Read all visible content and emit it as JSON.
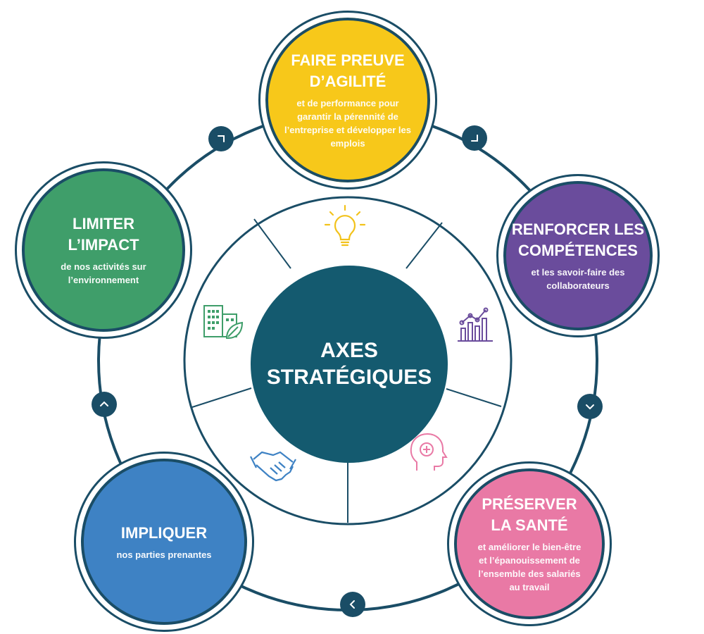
{
  "center": {
    "line1": "AXES",
    "line2": "STRATÉGIQUES"
  },
  "axes": [
    {
      "title1": "FAIRE PREUVE",
      "title2": "D’AGILITÉ",
      "desc": "et de performance pour garantir la pérennité de l’entreprise et développer les emplois",
      "color": "#f7c81a"
    },
    {
      "title1": "RENFORCER LES",
      "title2": "COMPÉTENCES",
      "desc": "et les savoir-faire des collaborateurs",
      "color": "#6a4c9c"
    },
    {
      "title1": "PRÉSERVER",
      "title2": "LA SANTÉ",
      "desc": "et améliorer le bien-être et l’épanouissement de l’ensemble des salariés au travail",
      "color": "#e979a5"
    },
    {
      "title1": "IMPLIQUER",
      "title2": "",
      "desc": "nos parties prenantes",
      "color": "#3e82c4"
    },
    {
      "title1": "LIMITER",
      "title2": "L’IMPACT",
      "desc": "de nos activités sur l’environnement",
      "color": "#3f9e6a"
    }
  ],
  "icons": [
    "lightbulb-icon",
    "growth-chart-icon",
    "head-health-icon",
    "handshake-icon",
    "green-building-icon"
  ],
  "colors": {
    "ring": "#1a4d66",
    "center": "#145a6f",
    "sector_line": "#1a4d66"
  }
}
